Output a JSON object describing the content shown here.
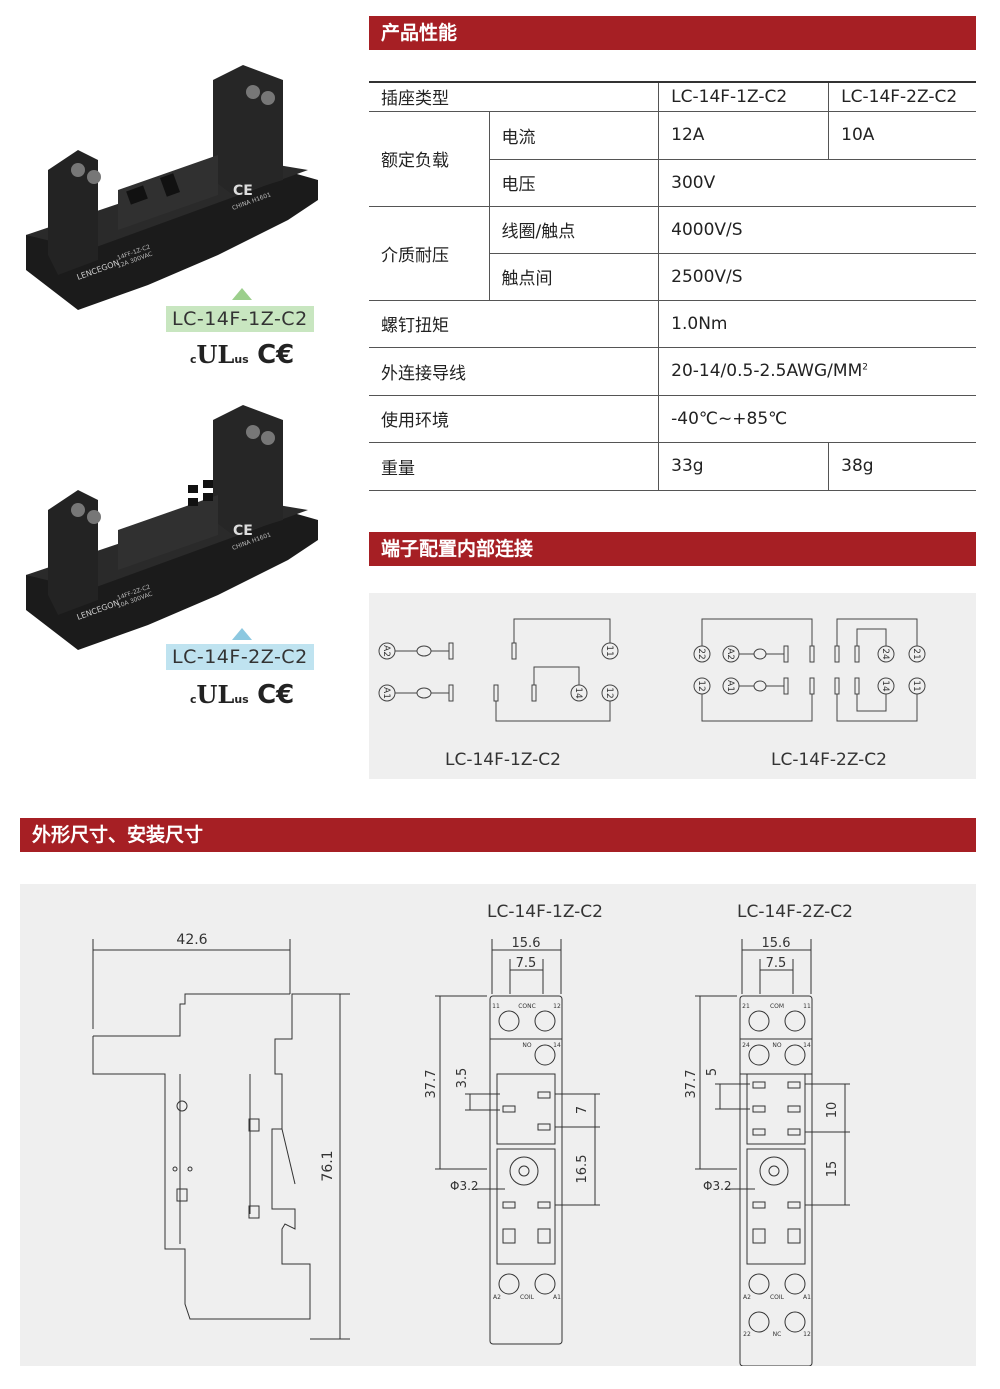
{
  "sections": {
    "performance": "产品性能",
    "terminal": "端子配置内部连接",
    "dimensions": "外形尺寸、安装尺寸"
  },
  "products": [
    {
      "model": "LC-14F-1Z-C2",
      "tag_color": "#c8e6c0",
      "arrow_color": "#9ccf8c",
      "print_brand": "LENCEGON",
      "print_model": "14FF-1Z-C2",
      "print_rating": "12A 300VAC",
      "print_origin": "CHINA H1601",
      "certs": "cULus CE"
    },
    {
      "model": "LC-14F-2Z-C2",
      "tag_color": "#bfe3f0",
      "arrow_color": "#8cc8e0",
      "print_brand": "LENCEGON",
      "print_model": "14FF-2Z-C2",
      "print_rating": "10A 300VAC",
      "print_origin": "CHINA H1601",
      "certs": "cULus CE"
    }
  ],
  "spec_table": {
    "header": {
      "label": "插座类型",
      "col1": "LC-14F-1Z-C2",
      "col2": "LC-14F-2Z-C2"
    },
    "rated_load": {
      "label": "额定负载",
      "current_label": "电流",
      "current_1": "12A",
      "current_2": "10A",
      "voltage_label": "电压",
      "voltage": "300V"
    },
    "dielectric": {
      "label": "介质耐压",
      "coil_contact_label": "线圈/触点",
      "coil_contact": "4000V/S",
      "between_contacts_label": "触点间",
      "between_contacts": "2500V/S"
    },
    "torque": {
      "label": "螺钉扭矩",
      "value": "1.0Nm"
    },
    "wire": {
      "label": "外连接导线",
      "value": "20-14/0.5-2.5AWG/MM",
      "sup": "2"
    },
    "environment": {
      "label": "使用环境",
      "value": "-40℃~+85℃"
    },
    "weight": {
      "label": "重量",
      "value_1": "33g",
      "value_2": "38g"
    }
  },
  "wiring": {
    "d1": {
      "caption": "LC-14F-1Z-C2",
      "terms": [
        "A2",
        "A1",
        "11",
        "14",
        "12"
      ]
    },
    "d2": {
      "caption": "LC-14F-2Z-C2",
      "terms": [
        "22",
        "A2",
        "12",
        "A1",
        "24",
        "21",
        "14",
        "11"
      ]
    }
  },
  "drawings": {
    "side": {
      "width": "42.6",
      "height": "76.1"
    },
    "top1": {
      "title": "LC-14F-1Z-C2",
      "w_outer": "15.6",
      "w_inner": "7.5",
      "h_total": "37.7",
      "d1": "3.5",
      "d2": "7",
      "d3": "16.5",
      "hole": "Φ3.2",
      "t_tl": "11",
      "t_tr": "12",
      "t_com": "CONC",
      "t_no": "NO",
      "t_14": "14",
      "t_a2": "A2",
      "t_coil": "COIL",
      "t_a1": "A1"
    },
    "top2": {
      "title": "LC-14F-2Z-C2",
      "w_outer": "15.6",
      "w_inner": "7.5",
      "h_total": "37.7",
      "d1": "5",
      "d2": "10",
      "d3": "15",
      "hole": "Φ3.2",
      "t_tl": "21",
      "t_tr": "11",
      "t_com": "COM",
      "t_no": "NO",
      "t_24": "24",
      "t_14": "14",
      "t_a2": "A2",
      "t_coil": "COIL",
      "t_a1": "A1",
      "t_22": "22",
      "t_nc": "NC",
      "t_12": "12"
    }
  }
}
